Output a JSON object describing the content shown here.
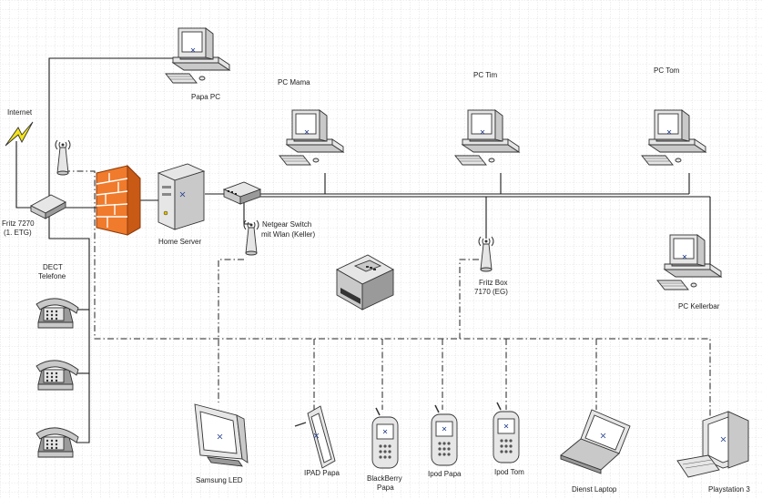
{
  "labels": {
    "internet": "Internet",
    "fritz7270_line1": "Fritz 7270",
    "fritz7270_line2": "(1. ETG)",
    "dect_line1": "DECT",
    "dect_line2": "Telefone",
    "papa_pc": "Papa PC",
    "pc_mama": "PC Mama",
    "pc_tim": "PC Tim",
    "pc_tom": "PC Tom",
    "home_server": "Home Server",
    "netgear_line1": "Netgear Switch",
    "netgear_line2": "mit Wlan (Keller)",
    "fritzbox_line1": "Fritz Box",
    "fritzbox_line2": "7170 (EG)",
    "pc_kellerbar": "PC Kellerbar",
    "samsung_led": "Samsung LED",
    "ipad_papa": "IPAD Papa",
    "blackberry_line1": "BlackBerry",
    "blackberry_line2": "Papa",
    "ipod_papa": "Ipod Papa",
    "ipod_tom": "Ipod Tom",
    "dienst_laptop": "Dienst Laptop",
    "playstation": "Playstation 3"
  },
  "icons": [
    "lightning-icon",
    "router-icon",
    "antenna-icon",
    "firewall-icon",
    "server-icon",
    "switch-icon",
    "desktop-pc-icon",
    "printer-icon",
    "telephone-icon",
    "monitor-icon",
    "tablet-icon",
    "mobile-phone-icon",
    "laptop-icon"
  ],
  "colors": {
    "firewall": "#f07b2c",
    "lightning": "#f4e31c",
    "grid": "#c8c8c8",
    "lines": "#1a1a1a"
  }
}
